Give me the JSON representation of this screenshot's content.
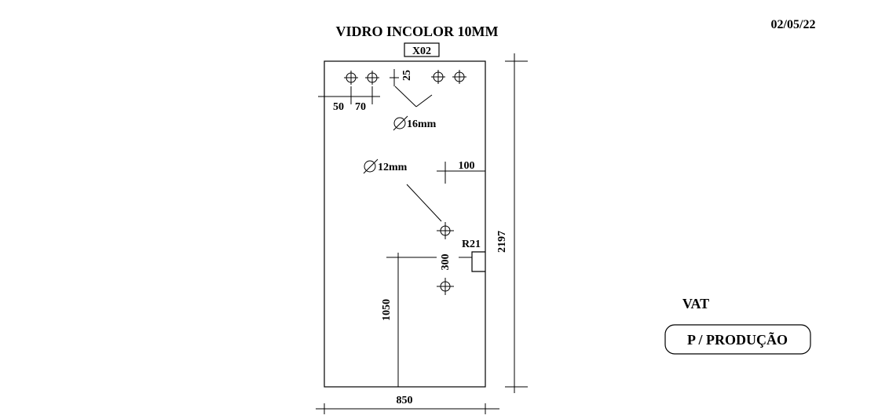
{
  "header": {
    "title": "VIDRO INCOLOR 10MM",
    "part_code": "X02",
    "date": "02/05/22"
  },
  "dimensions": {
    "width": "850",
    "height": "2197",
    "hole_offset_1": "50",
    "hole_offset_2": "70",
    "top_offset": "25",
    "side_offset": "100",
    "hole_spacing": "300",
    "base_height": "1050",
    "notch_radius": "R21"
  },
  "holes": {
    "large_label": "16mm",
    "small_label": "12mm"
  },
  "side_panel": {
    "client": "VAT",
    "status_label": "P / PRODUÇÃO"
  }
}
